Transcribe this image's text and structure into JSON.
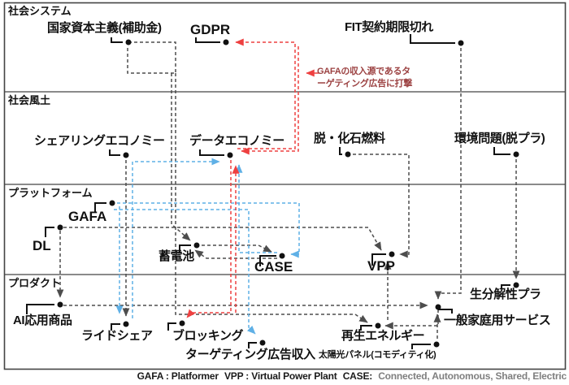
{
  "bands": [
    {
      "label": "社会システム"
    },
    {
      "label": "社会風土"
    },
    {
      "label": "プラットフォーム"
    },
    {
      "label": "プロダクト"
    }
  ],
  "nodes": {
    "state_capitalism": "国家資本主義(補助金)",
    "gdpr": "GDPR",
    "fit": "FIT契約期限切れ",
    "sharing": "シェアリングエコノミー",
    "data_economy": "データエコノミー",
    "fossil": "脱・化石燃料",
    "environment": "環境問題(脱プラ)",
    "gafa": "GAFA",
    "dl": "DL",
    "battery": "蓄電池",
    "case": "CASE",
    "vpp": "VPP",
    "ai_products": "AI応用商品",
    "ride_share": "ライドシェア",
    "blocking": "ブロッキング",
    "targeting_ads": "ターゲティング広告収入",
    "renewable": "再生エネルギー",
    "solar": "太陽光パネル(コモディティ化)",
    "home_service": "一般家庭用サービス",
    "biodegradable": "生分解性プラ"
  },
  "annotation": {
    "line1": "GAFAの収入源であるタ",
    "line2": "ーゲティング広告に打撃"
  },
  "footer": {
    "gafa": "GAFA : Platformer",
    "vpp": "VPP : Virtual Power Plant",
    "case_label": "CASE:",
    "case_value": "Connected, Autonomous, Shared, Electric"
  },
  "colors": {
    "line_dark": "#4d4d4d",
    "line_blue": "#5fb0e6",
    "line_red": "#ee4040",
    "annotation_text": "#9c4242",
    "footer_muted": "#7f7f7f",
    "border": "#444444"
  }
}
